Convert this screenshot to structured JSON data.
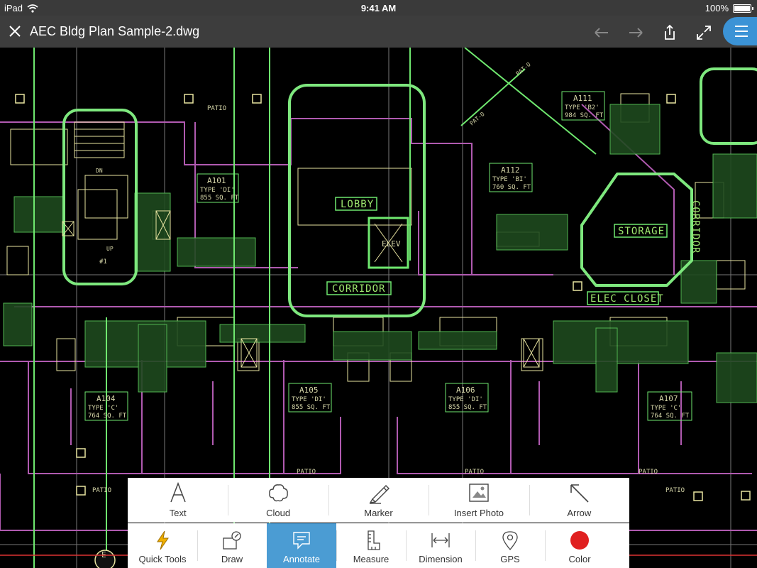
{
  "status_bar": {
    "device": "iPad",
    "time": "9:41 AM",
    "battery": "100%"
  },
  "title_bar": {
    "file_name": "AEC Bldg Plan Sample-2.dwg"
  },
  "drawing": {
    "room_tags": [
      "LOBBY",
      "CORRIDOR",
      "STORAGE",
      "ELEC CLOSET",
      "CORRIDOR",
      "ELEV"
    ],
    "patio_labels": [
      "PATIO",
      "PATIO",
      "PATIO",
      "PATIO",
      "PATIO",
      "PATIO"
    ],
    "units": [
      {
        "id": "A101",
        "type": "TYPE 'DI'",
        "area": "855 SQ. FT"
      },
      {
        "id": "A111",
        "type": "TYPE 'B2'",
        "area": "984 SQ. FT"
      },
      {
        "id": "A112",
        "type": "TYPE 'BI'",
        "area": "760 SQ. FT"
      },
      {
        "id": "A104",
        "type": "TYPE 'C'",
        "area": "764 SQ. FT"
      },
      {
        "id": "A105",
        "type": "TYPE 'DI'",
        "area": "855 SQ. FT"
      },
      {
        "id": "A106",
        "type": "TYPE 'DI'",
        "area": "855 SQ. FT"
      },
      {
        "id": "A107",
        "type": "TYPE 'C'",
        "area": "764 SQ. FT"
      }
    ],
    "grid_bubble": "E",
    "misc": [
      "DN",
      "UP",
      "#1",
      "PAT-O",
      "PAT-O"
    ]
  },
  "annotate_panel": [
    {
      "label": "Text",
      "icon": "text-icon"
    },
    {
      "label": "Cloud",
      "icon": "cloud-icon"
    },
    {
      "label": "Marker",
      "icon": "marker-icon"
    },
    {
      "label": "Insert Photo",
      "icon": "insert-photo-icon"
    },
    {
      "label": "Arrow",
      "icon": "arrow-icon"
    }
  ],
  "bottom_toolbar": [
    {
      "label": "Quick Tools",
      "icon": "lightning-icon"
    },
    {
      "label": "Draw",
      "icon": "draw-icon"
    },
    {
      "label": "Annotate",
      "icon": "annotate-icon",
      "active": true
    },
    {
      "label": "Measure",
      "icon": "measure-icon"
    },
    {
      "label": "Dimension",
      "icon": "dimension-icon"
    },
    {
      "label": "GPS",
      "icon": "gps-icon"
    },
    {
      "label": "Color",
      "icon": "color-icon",
      "color": "#e02020"
    }
  ],
  "colors": {
    "accent": "#3b93d6",
    "active_tab": "#4b9cd3",
    "highlight": "#6fe86f",
    "color_swatch": "#e02020"
  }
}
